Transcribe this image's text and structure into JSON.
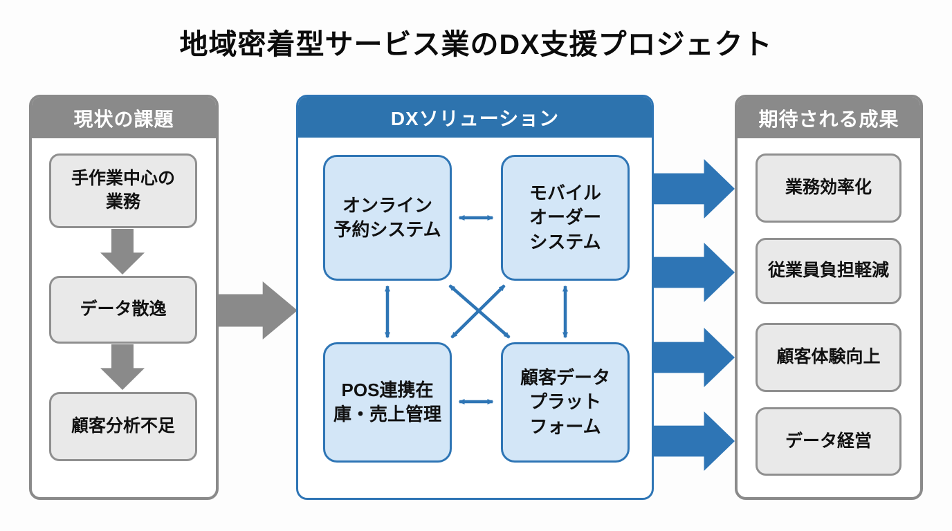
{
  "title": "地域密着型サービス業のDX支援プロジェクト",
  "colors": {
    "header_blue": "#2d73ae",
    "border_blue": "#2e75b5",
    "light_blue_box": "#d3e6f7",
    "arrow_blue": "#2e75b5",
    "panel_gray": "#8a8a8a",
    "gray_box": "#e9e9e9",
    "arrow_gray": "#8a8a8a"
  },
  "left_panel": {
    "header": "現状の課題",
    "items": [
      {
        "label": "手作業中心の\n業務"
      },
      {
        "label": "データ散逸"
      },
      {
        "label": "顧客分析不足"
      }
    ]
  },
  "center_panel": {
    "header": "DXソリューション",
    "items": [
      {
        "label": "オンライン\n予約システム"
      },
      {
        "label": "モバイル\nオーダー\nシステム"
      },
      {
        "label": "POS連携在\n庫・売上管理"
      },
      {
        "label": "顧客データ\nプラット\nフォーム"
      }
    ],
    "connections": [
      "online-reservation <-> mobile-order",
      "pos-inventory <-> customer-data-platform",
      "online-reservation <-> pos-inventory",
      "mobile-order <-> customer-data-platform",
      "online-reservation <-> customer-data-platform",
      "mobile-order <-> pos-inventory"
    ]
  },
  "right_panel": {
    "header": "期待される成果",
    "items": [
      {
        "label": "業務効率化"
      },
      {
        "label": "従業員負担軽減"
      },
      {
        "label": "顧客体験向上"
      },
      {
        "label": "データ経営"
      }
    ]
  }
}
